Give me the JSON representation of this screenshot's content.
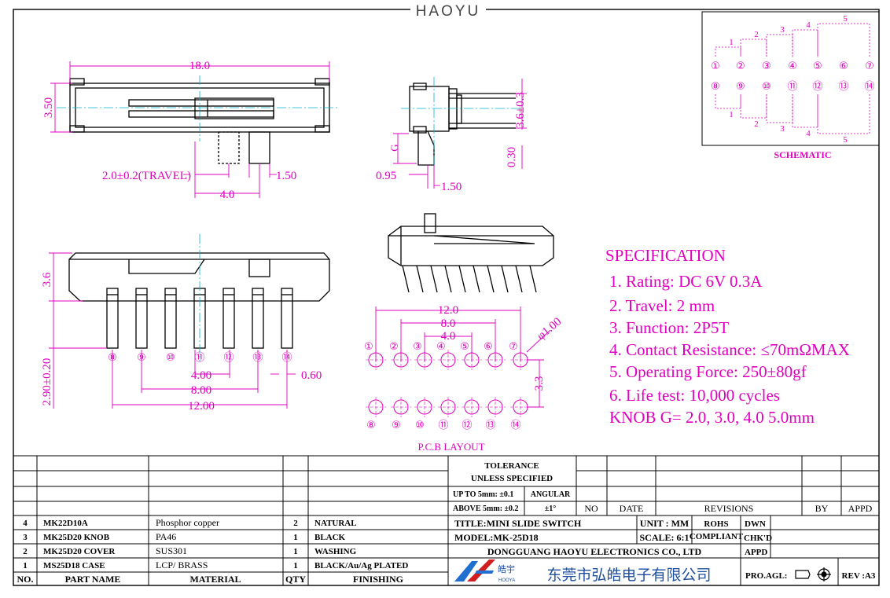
{
  "brand": "HAOYU",
  "top_view": {
    "width": "18.0",
    "height": "3.50",
    "travel": "2.0±0.2(TRAVEL)",
    "knob_w": "1.50",
    "pitch": "4.0"
  },
  "side_view": {
    "h": "3.6±0.3",
    "t": "0.30",
    "g": "G",
    "w1": "0.95",
    "w2": "1.50"
  },
  "front_view": {
    "h1": "3.6",
    "h2": "2.90±0.20",
    "pin_w": "0.60",
    "d1": "4.00",
    "d2": "8.00",
    "d3": "12.00",
    "pins": [
      "⑧",
      "⑨",
      "⑩",
      "⑪",
      "⑫",
      "⑬",
      "⑭"
    ]
  },
  "pcb": {
    "title": "P.C.B LAYOUT",
    "d1": "12.0",
    "d2": "8.0",
    "d3": "4.0",
    "hole": "φ1.00",
    "row": "3.3",
    "top_pins": [
      "①",
      "②",
      "③",
      "④",
      "⑤",
      "⑥",
      "⑦"
    ],
    "bot_pins": [
      "⑧",
      "⑨",
      "⑩",
      "⑪",
      "⑫",
      "⑬",
      "⑭"
    ]
  },
  "schematic": {
    "title": "SCHEMATIC",
    "top_pins": [
      "①",
      "②",
      "③",
      "④",
      "⑤",
      "⑥",
      "⑦"
    ],
    "bot_pins": [
      "⑧",
      "⑨",
      "⑩",
      "⑪",
      "⑫",
      "⑬",
      "⑭"
    ],
    "labels": [
      "1",
      "2",
      "3",
      "4",
      "5"
    ]
  },
  "spec": {
    "title": "SPECIFICATION",
    "lines": [
      "1. Rating: DC 6V 0.3A",
      "2. Travel: 2 mm",
      "3. Function: 2P5T",
      "4. Contact Resistance: ≤70mΩMAX",
      "5. Operating Force: 250±80gf",
      "6. Life test: 10,000 cycles",
      "KNOB G= 2.0, 3.0, 4.0 5.0mm"
    ]
  },
  "bom": {
    "headers": [
      "NO.",
      "PART   NAME",
      "MATERIAL",
      "QTY",
      "FINISHING"
    ],
    "rows": [
      [
        "4",
        "MK22D10A",
        "Phosphor copper",
        "2",
        "NATURAL"
      ],
      [
        "3",
        "MK25D20 KNOB",
        "PA46",
        "1",
        "BLACK"
      ],
      [
        "2",
        "MK25D20 COVER",
        "SUS301",
        "1",
        "WASHING"
      ],
      [
        "1",
        "MS25D18 CASE",
        "LCP/ BRASS",
        "1",
        "BLACK/Au/Ag PLATED"
      ]
    ]
  },
  "tolerance": {
    "title": "TOLERANCE",
    "subtitle": "UNLESS  SPECIFIED",
    "upto": "UP TO 5mm: ±0.1",
    "above": "ABOVE 5mm: ±0.2",
    "angular": "ANGULAR",
    "angular_val": "±1°"
  },
  "revisions": {
    "no": "NO",
    "date": "DATE",
    "revisions": "REVISIONS",
    "by": "BY",
    "appd": "APPD"
  },
  "title_block": {
    "title": "TITLE:MINI SLIDE SWITCH",
    "model": "MODEL:MK-25D18",
    "unit": "UNIT : MM",
    "scale": "SCALE: 6:1",
    "rohs": "ROHS",
    "compliant": "COMPLIANT",
    "dwn": "DWN",
    "chkd": "CHK'D",
    "appd": "APPD",
    "company_en": "DONGGUANG HAOYU ELECTRONICS CO., LTD",
    "company_cn": "东莞市弘皓电子有限公司",
    "logo_cn": "皓宇",
    "logo_en": "HOOYA",
    "proagl": "PRO.AGL:",
    "rev": "REV :A3"
  }
}
